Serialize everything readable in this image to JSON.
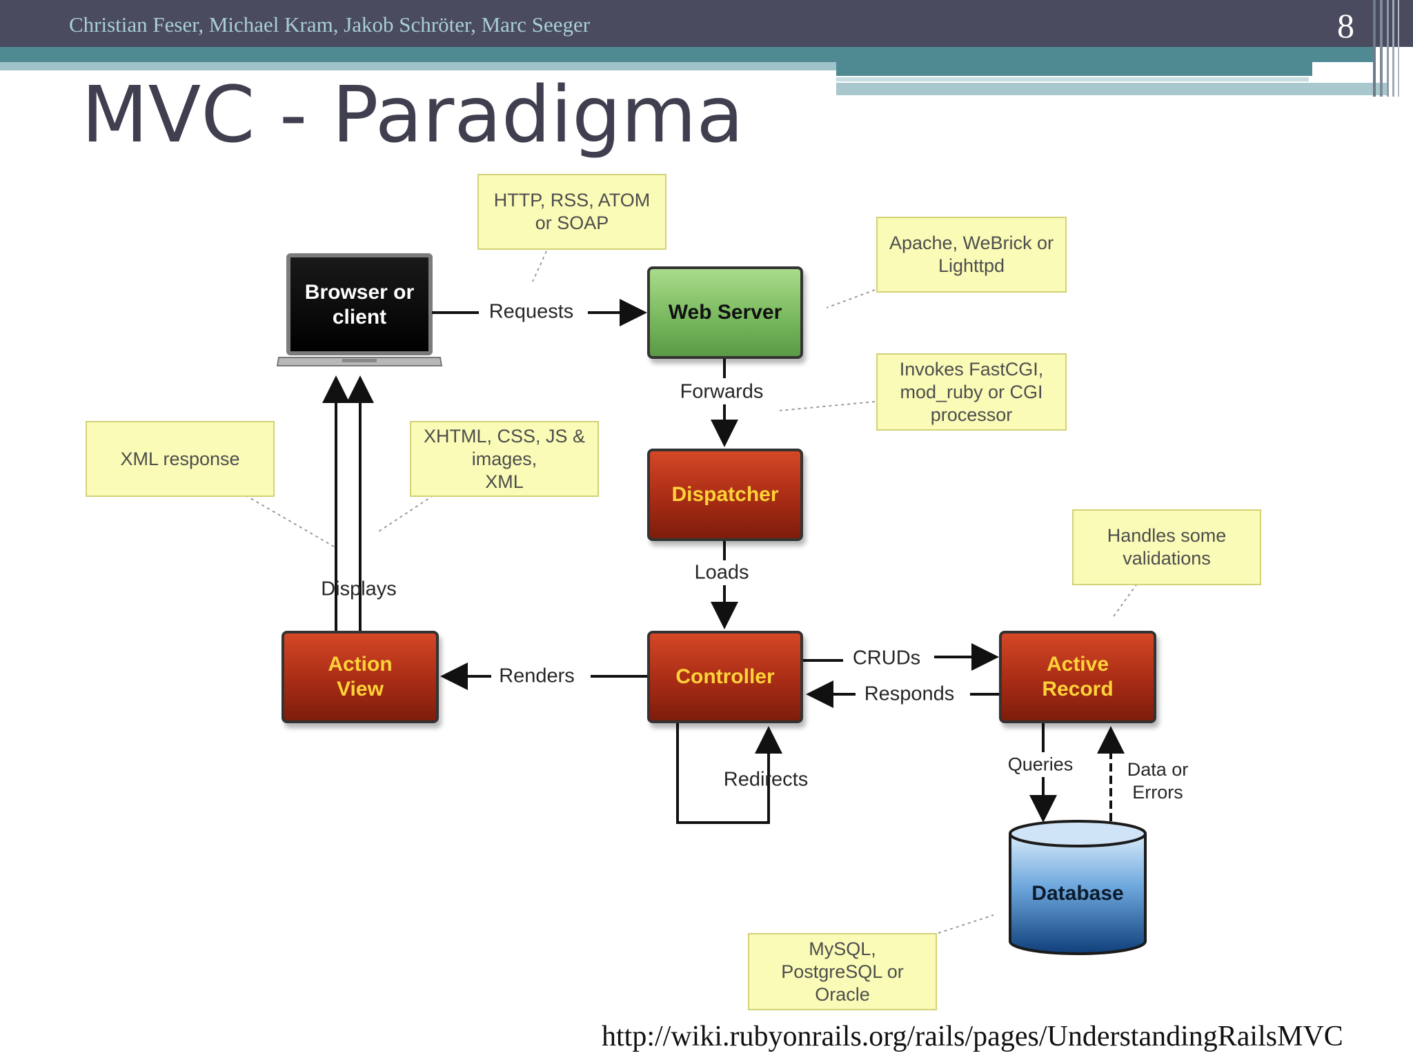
{
  "header": {
    "authors": "Christian Feser, Michael Kram, Jakob Schröter, Marc Seeger",
    "page_number": "8"
  },
  "title": "MVC - Paradigma",
  "nodes": {
    "browser": "Browser or\nclient",
    "web_server": "Web Server",
    "dispatcher": "Dispatcher",
    "controller": "Controller",
    "action_view": "Action\nView",
    "active_record": "Active\nRecord",
    "database": "Database"
  },
  "notes": {
    "protocols": "HTTP, RSS, ATOM\nor SOAP",
    "servers": "Apache, WeBrick or\nLighttpd",
    "invokes": "Invokes FastCGI,\nmod_ruby or CGI\nprocessor",
    "xml_response": "XML response",
    "xhtml": "XHTML, CSS, JS &\nimages,\nXML",
    "validations": "Handles some\nvalidations",
    "databases": "MySQL,\nPostgreSQL or\nOracle"
  },
  "edges": {
    "requests": "Requests",
    "forwards": "Forwards",
    "loads": "Loads",
    "renders": "Renders",
    "cruds": "CRUDs",
    "responds": "Responds",
    "redirects": "Redirects",
    "displays": "Displays",
    "queries": "Queries",
    "data_or_errors": "Data or\nErrors"
  },
  "source_url": "http://wiki.rubyonrails.org/rails/pages/UnderstandingRailsMVC",
  "colors": {
    "header_bg": "#4a4b5e",
    "accent_teal": "#4f8a92",
    "note_fill": "#f9fbb6",
    "red_box": "#b0321a",
    "green_box": "#7cbc62",
    "database_blue": "#3e7cbf",
    "title_text": "#3f3f4f"
  }
}
